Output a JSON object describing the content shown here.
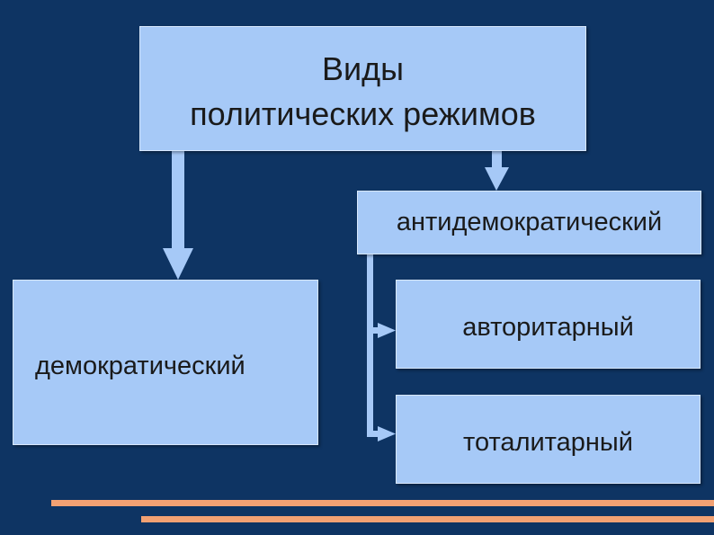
{
  "diagram": {
    "title": {
      "line1": "Виды",
      "line2": "политических режимов"
    },
    "nodes": {
      "democratic": "демократический",
      "antidemocratic": "антидемократический",
      "authoritarian": "авторитарный",
      "totalitarian": "тоталитарный"
    },
    "edges": [
      {
        "from": "title",
        "to": "democratic"
      },
      {
        "from": "title",
        "to": "antidemocratic"
      },
      {
        "from": "antidemocratic",
        "to": "authoritarian"
      },
      {
        "from": "antidemocratic",
        "to": "totalitarian"
      }
    ],
    "colors": {
      "background": "#0e3463",
      "box_fill": "#a6c9f7",
      "arrow": "#a6c9f7",
      "accent_stripes": "#f2a173"
    }
  }
}
